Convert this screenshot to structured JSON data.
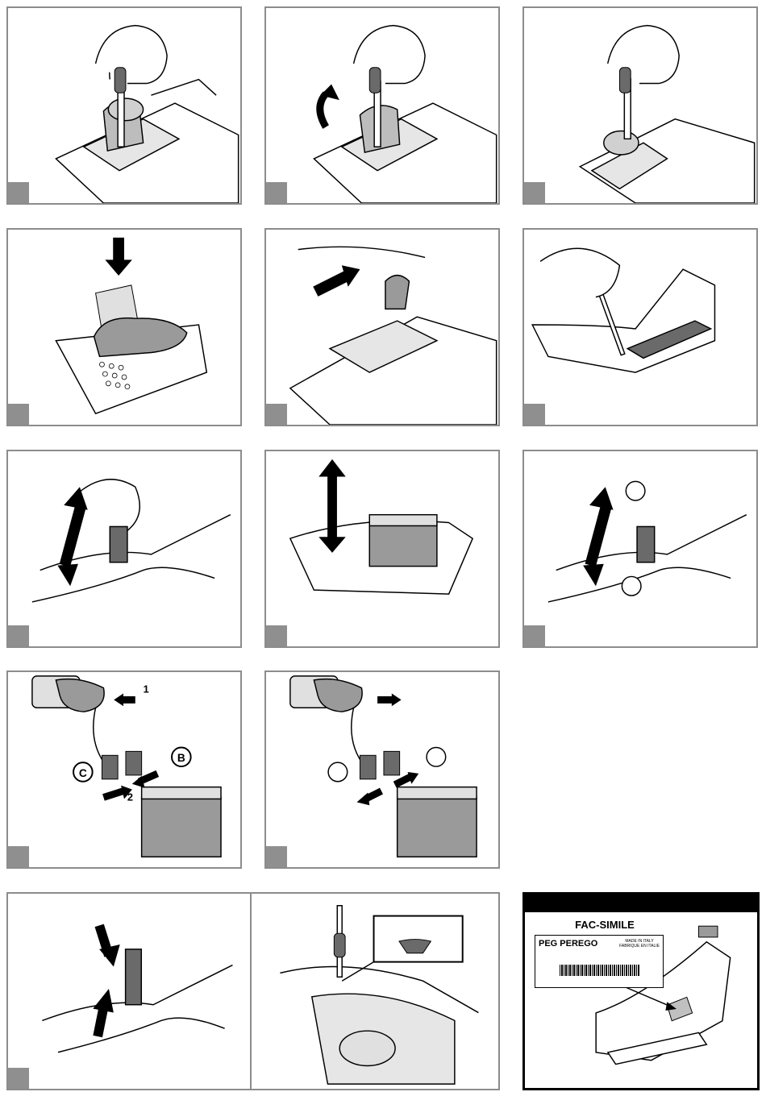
{
  "labels": {
    "step2_number": "2",
    "step1_number": "1",
    "connector_b": "B",
    "connector_c": "C",
    "facsimile_title": "FAC-SIMILE",
    "brand_name": "PEG PEREGO",
    "made_in": "MADE IN ITALY",
    "fabrique": "FABRIQUE EN ITALIE"
  },
  "colors": {
    "frame": "#8c8c8c",
    "marker": "#8f8f8f",
    "ink": "#000000"
  }
}
